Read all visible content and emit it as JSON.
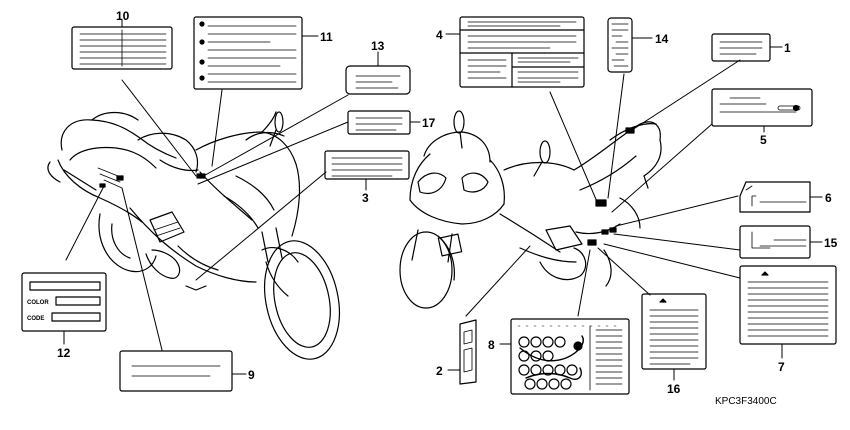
{
  "callouts": {
    "c1": "1",
    "c2": "2",
    "c3": "3",
    "c4": "4",
    "c5": "5",
    "c6": "6",
    "c7": "7",
    "c8": "8",
    "c9": "9",
    "c10": "10",
    "c11": "11",
    "c12": "12",
    "c13": "13",
    "c14": "14",
    "c15": "15",
    "c16": "16",
    "c17": "17"
  },
  "label12": {
    "color": "COLOR",
    "code": "CODE"
  },
  "diagram_code": "KPC3F3400C",
  "colors": {
    "ink": "#000000",
    "label_fill": "#ffffff"
  }
}
